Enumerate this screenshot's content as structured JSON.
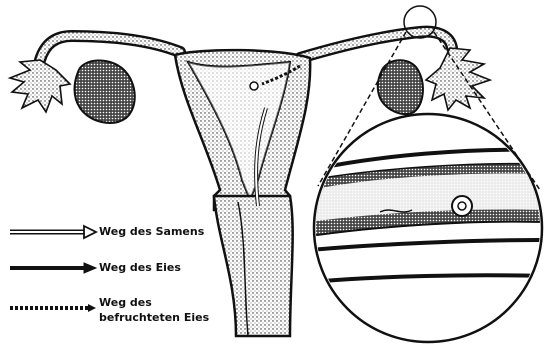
{
  "legend": {
    "items": [
      {
        "label": "Weg des Samens",
        "style": "hollow-arrow"
      },
      {
        "label": "Weg des Eies",
        "style": "solid-arrow"
      },
      {
        "label_line1": "Weg des",
        "label_line2": "befruchteten Eies",
        "style": "dashed-arrow"
      }
    ]
  },
  "colors": {
    "ink": "#111111",
    "stipple": "#555555",
    "background": "#ffffff"
  }
}
